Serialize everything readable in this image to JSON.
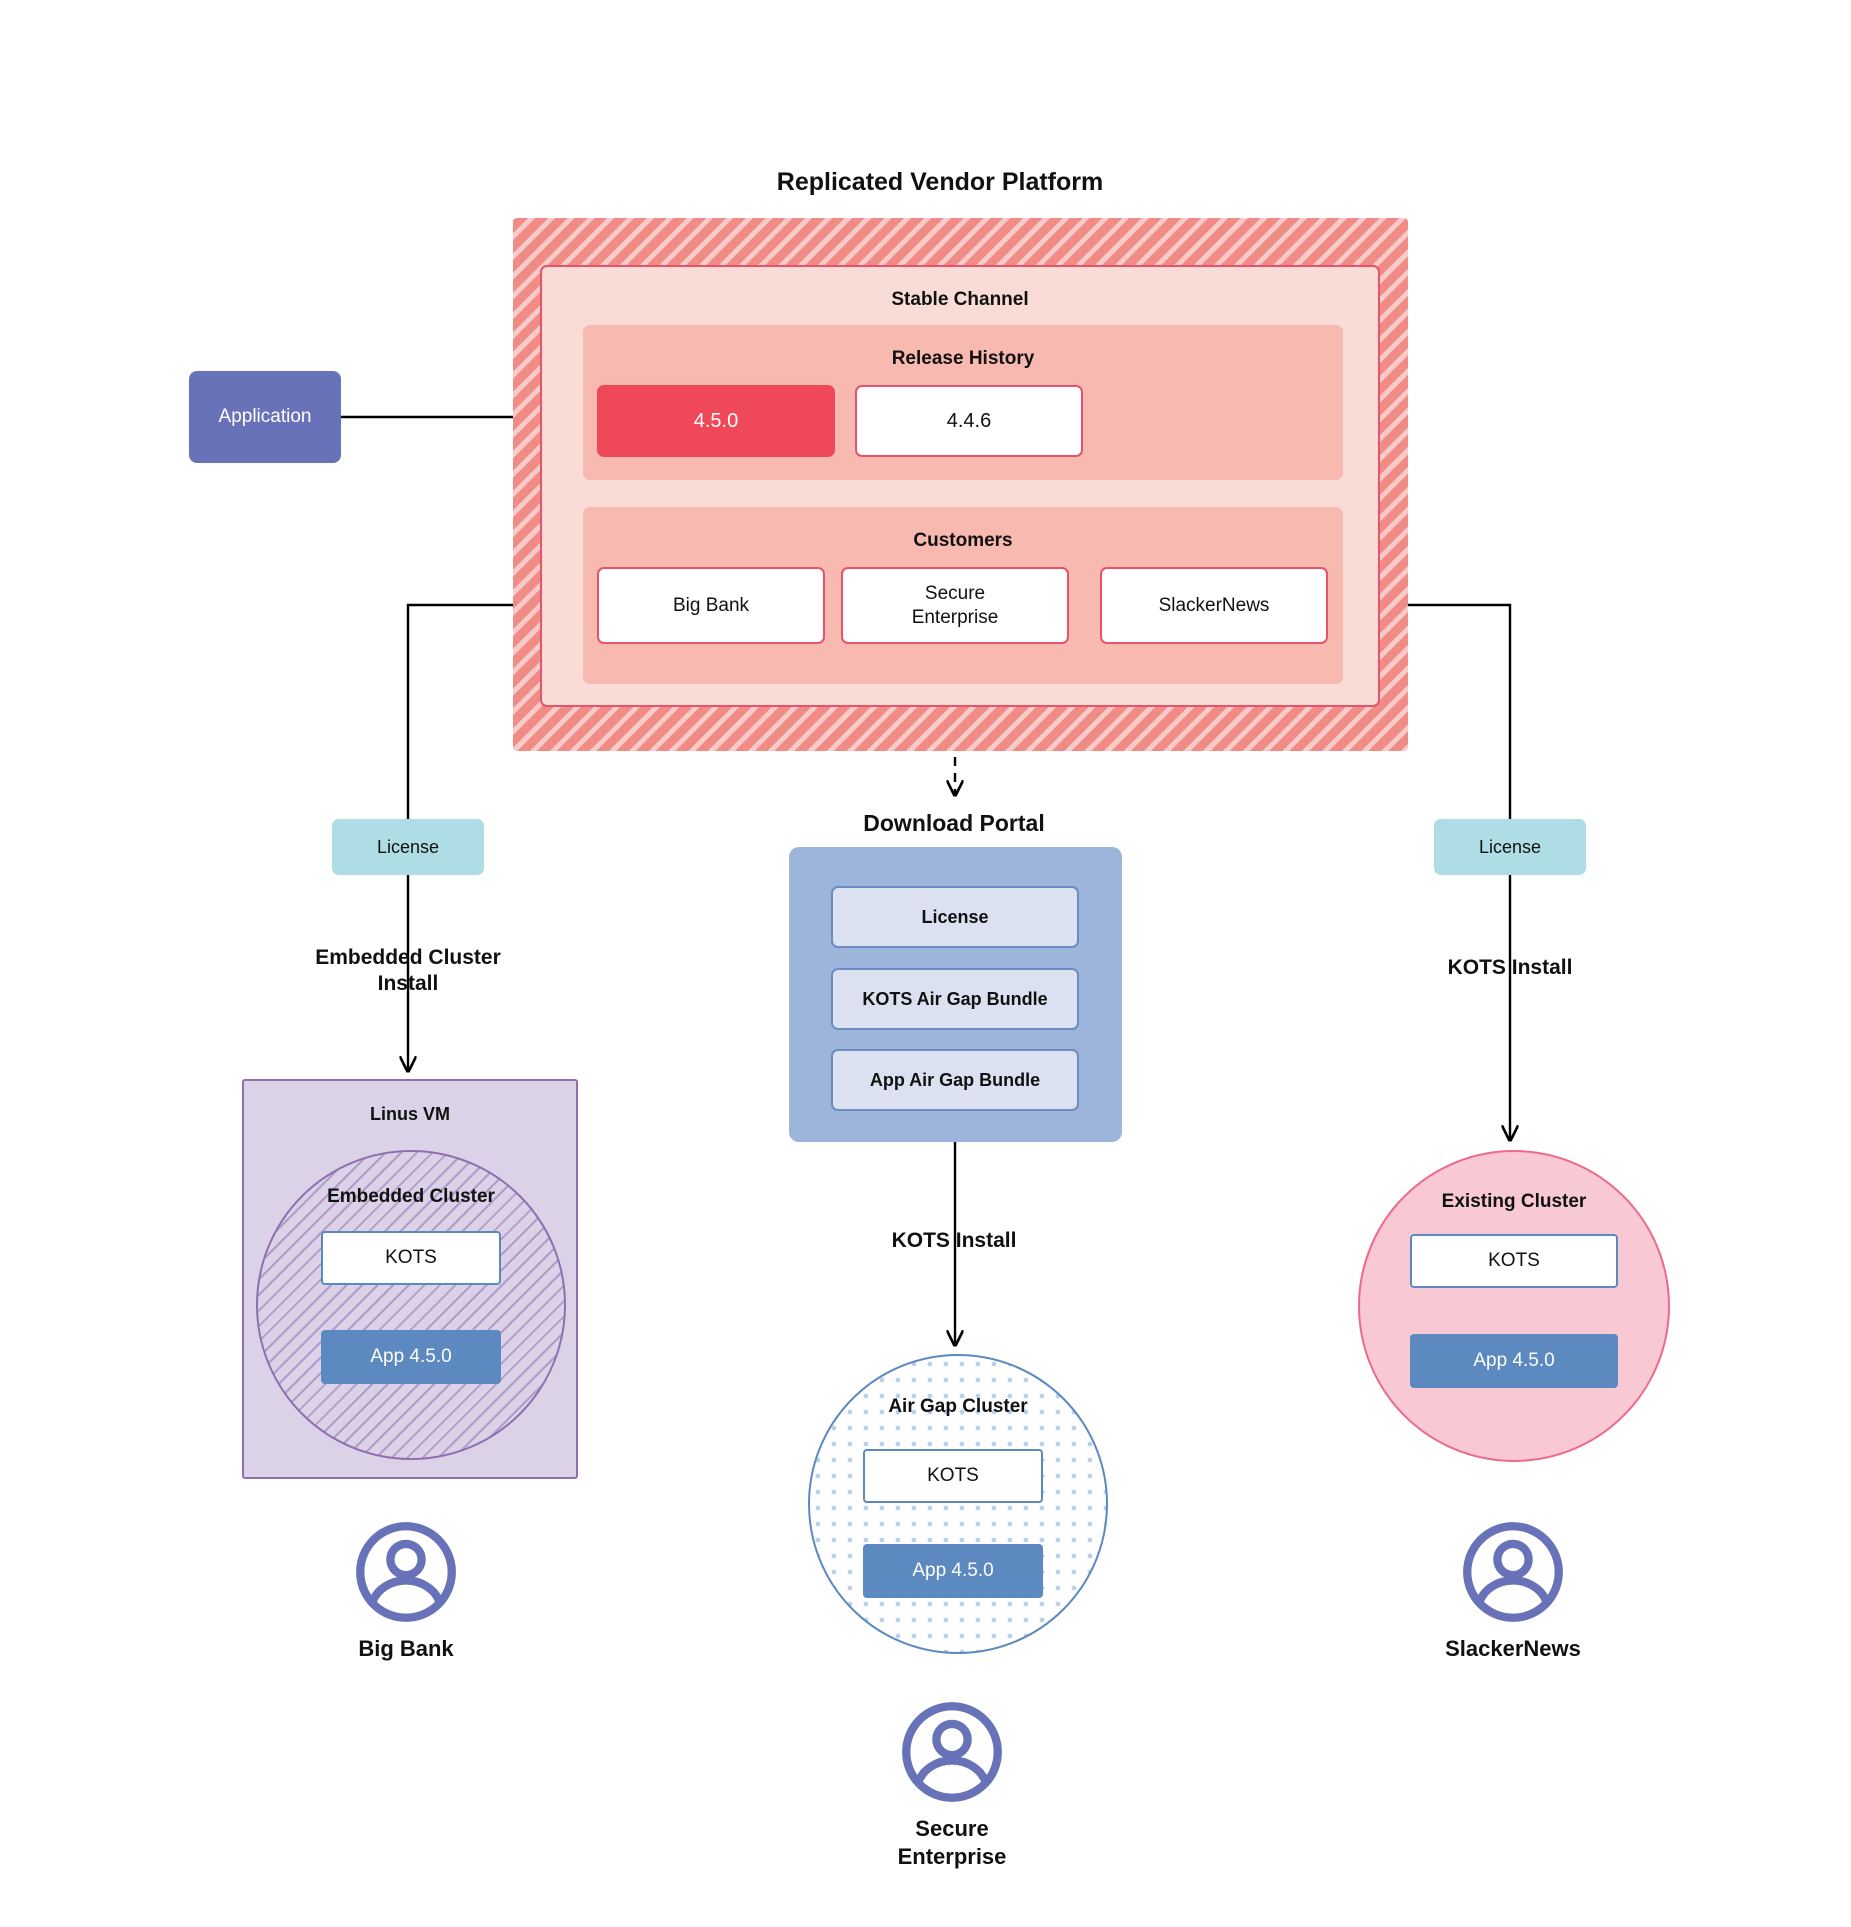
{
  "diagram": {
    "title": "Replicated Vendor Platform",
    "platform": {
      "stable_channel": {
        "title": "Stable Channel",
        "release_history": {
          "title": "Release History",
          "releases": [
            {
              "version": "4.5.0",
              "state": "current"
            },
            {
              "version": "4.4.6",
              "state": "previous"
            }
          ]
        },
        "customers": {
          "title": "Customers",
          "items": [
            {
              "name": "Big Bank"
            },
            {
              "name": "Secure\nEnterprise"
            },
            {
              "name": "SlackerNews"
            }
          ]
        }
      }
    },
    "application_box": {
      "label": "Application"
    },
    "license_badges": [
      {
        "label": "License"
      },
      {
        "label": "License"
      }
    ],
    "flow_labels": {
      "embedded_cluster_install": "Embedded Cluster\nInstall",
      "kots_install_right": "KOTS Install",
      "kots_install_middle": "KOTS Install",
      "download_portal": "Download  Portal"
    },
    "download_portal": {
      "title": "Download  Portal",
      "items": [
        {
          "label": "License"
        },
        {
          "label": "KOTS Air Gap Bundle"
        },
        {
          "label": "App Air Gap Bundle"
        }
      ]
    },
    "linux_vm": {
      "title": "Linus VM",
      "embedded_cluster": {
        "title": "Embedded Cluster",
        "kots": "KOTS",
        "app": "App 4.5.0"
      }
    },
    "air_gap_cluster": {
      "title": "Air Gap Cluster",
      "kots": "KOTS",
      "app": "App 4.5.0"
    },
    "existing_cluster": {
      "title": "Existing Cluster",
      "kots": "KOTS",
      "app": "App 4.5.0"
    },
    "people": [
      {
        "name": "Big Bank",
        "icon": "user-avatar-icon"
      },
      {
        "name": "Secure\nEnterprise",
        "icon": "user-avatar-icon"
      },
      {
        "name": "SlackerNews",
        "icon": "user-avatar-icon"
      }
    ],
    "colors": {
      "platform_hatch": "#F08B86",
      "stable_channel_bg": "#FADCD7",
      "release_history_bg": "#F8B9B0",
      "release_current": "#EF4959",
      "border_red": "#E8526B",
      "application_blue": "#6872B8",
      "license_cyan": "#AEDDE6",
      "portal_blue": "#9DB4DB",
      "portal_item_bg": "#DBE1F1",
      "portal_item_border": "#6A8CC0",
      "vm_purple_bg": "#DCD2E8",
      "vm_purple_border": "#8E6FB0",
      "app_blue": "#5B89C0",
      "existing_cluster_pink": "#F8C9D4",
      "existing_cluster_border": "#EC6A8B",
      "avatar_purple": "#6872B8",
      "connector_black": "#000000"
    }
  }
}
